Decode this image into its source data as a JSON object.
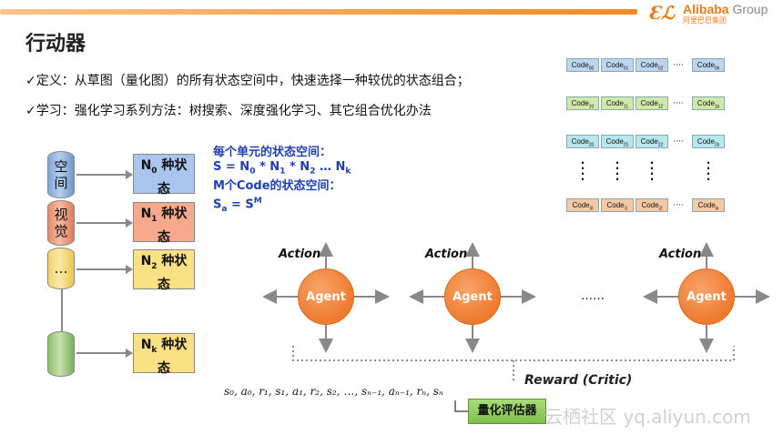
{
  "header": {
    "logo_mark": "Ɛℒ",
    "brand": "Alibaba",
    "brand_suffix": "Group",
    "brand_sub": "阿里巴巴集团"
  },
  "title": "行动器",
  "bullets": [
    "✓定义：从草图（量化图）的所有状态空间中，快速选择一种较优的状态组合；",
    "✓学习：强化学习系列方法：树搜索、深度强化学习、其它组合优化办法"
  ],
  "cylinders": [
    {
      "chars": [
        "空",
        "间"
      ],
      "color": "blue"
    },
    {
      "chars": [
        "视",
        "觉"
      ],
      "color": "orange"
    },
    {
      "chars": [
        "…"
      ],
      "color": "yellow"
    },
    {
      "chars": [],
      "color": "green"
    }
  ],
  "state_boxes": [
    {
      "sym": "N",
      "sub": "0",
      "line1": "种状",
      "line2": "态",
      "color": "blue"
    },
    {
      "sym": "N",
      "sub": "1",
      "line1": "种状",
      "line2": "态",
      "color": "orange"
    },
    {
      "sym": "N",
      "sub": "2",
      "line1": "种状",
      "line2": "态",
      "color": "yellow"
    },
    {
      "sym": "N",
      "sub": "k",
      "line1": "种状",
      "line2": "态",
      "color": "yellow"
    }
  ],
  "state_space": {
    "line1": "每个单元的状态空间：",
    "line2_prefix": "S = N",
    "line2_parts": [
      "0",
      " * N",
      "1",
      " * N",
      "2",
      " … N",
      "k"
    ],
    "line3": "M个Code的状态空间：",
    "line4_a": "S",
    "line4_sub": "a",
    "line4_b": " = S",
    "line4_sup": "M"
  },
  "code_rows": [
    {
      "color": "blue",
      "cells": [
        [
          "Code",
          "00"
        ],
        [
          "Code",
          "01"
        ],
        [
          "Code",
          "02"
        ]
      ],
      "ellipsis": "····",
      "last": [
        "Code",
        "0k"
      ]
    },
    {
      "color": "green",
      "cells": [
        [
          "Code",
          "10"
        ],
        [
          "Code",
          "11"
        ],
        [
          "Code",
          "12"
        ]
      ],
      "ellipsis": "····",
      "last": [
        "Code",
        "1k"
      ]
    },
    {
      "color": "cyan",
      "cells": [
        [
          "Code",
          "20"
        ],
        [
          "Code",
          "21"
        ],
        [
          "Code",
          "22"
        ]
      ],
      "ellipsis": "····",
      "last": [
        "Code",
        "2k"
      ]
    },
    {
      "color": "orange",
      "cells": [
        [
          "Code",
          "i0"
        ],
        [
          "Code",
          "i1"
        ],
        [
          "Code",
          "i2"
        ]
      ],
      "ellipsis": "····",
      "last": [
        "Code",
        "ik"
      ]
    }
  ],
  "agents": [
    {
      "label": "Agent",
      "action": "Action"
    },
    {
      "label": "Agent",
      "action": "Action"
    },
    {
      "label": "Agent",
      "action": "Action"
    }
  ],
  "agents_ellipsis": "……",
  "reward_label": "Reward  (Critic)",
  "sequence": "s₀, a₀, r₁, s₁, a₁, r₂, s₂, …, sₙ₋₁, aₙ₋₁, rₙ, sₙ",
  "evaluator_label": "量化评估器",
  "watermark": "云栖社区 yq.aliyun.com"
}
